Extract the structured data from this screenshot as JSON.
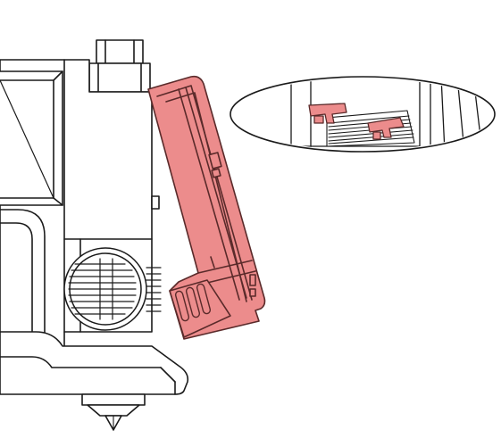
{
  "figure": {
    "kind": "technical-illustration",
    "highlight_color": "#ec8c8c",
    "highlight_stroke": "#5a2a2a",
    "line_color": "#1a1a1a",
    "background": "#ffffff",
    "parts": {
      "printer_body": "printhead-assembly",
      "highlighted_part": "hinged-cover",
      "detail_inset": "latch-detail",
      "nozzle": "nozzle-tip",
      "fan": "cooling-fan"
    }
  }
}
